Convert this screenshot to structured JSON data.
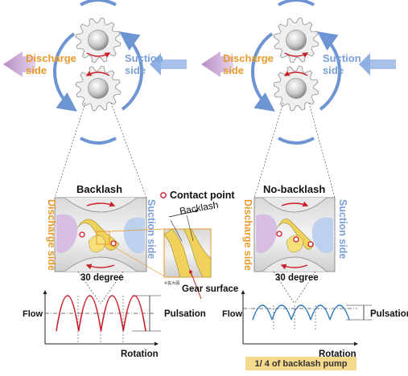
{
  "left_panel": {
    "discharge_label_line1": "Discharge",
    "discharge_label_line2": "side",
    "suction_label_line1": "Suction",
    "suction_label_line2": "side",
    "detail_title": "Backlash",
    "discharge_side_vertical": "Discharge side",
    "suction_side_vertical": "Suction side",
    "degree_label": "30 degree",
    "graph_y_label": "Flow",
    "graph_x_label": "Rotation",
    "pulsation_label": "Pulsation"
  },
  "zoom_callout": {
    "contact_point_label": "Contact point",
    "backlash_label": "Backlash",
    "gear_surface_label": "Gear surface",
    "small_note": "※拡大図"
  },
  "right_panel": {
    "discharge_label_line1": "Discharge",
    "discharge_label_line2": "side",
    "suction_label_line1": "Suction",
    "suction_label_line2": "side",
    "detail_title": "No-backlash",
    "discharge_side_vertical": "Discharge side",
    "suction_side_vertical": "Suction side",
    "degree_label": "30 degree",
    "graph_y_label": "Flow",
    "graph_x_label": "Rotation",
    "pulsation_label": "Pulsation",
    "comparison_badge": "1/ 4 of backlash pump"
  },
  "colors": {
    "discharge": "#e89a2a",
    "suction": "#7a9fd6",
    "flow_backlash": "#cc1f2a",
    "flow_no_backlash": "#2b7bc4",
    "badge_bg": "#f5d98c",
    "contact_point": "#cc1f2a"
  }
}
